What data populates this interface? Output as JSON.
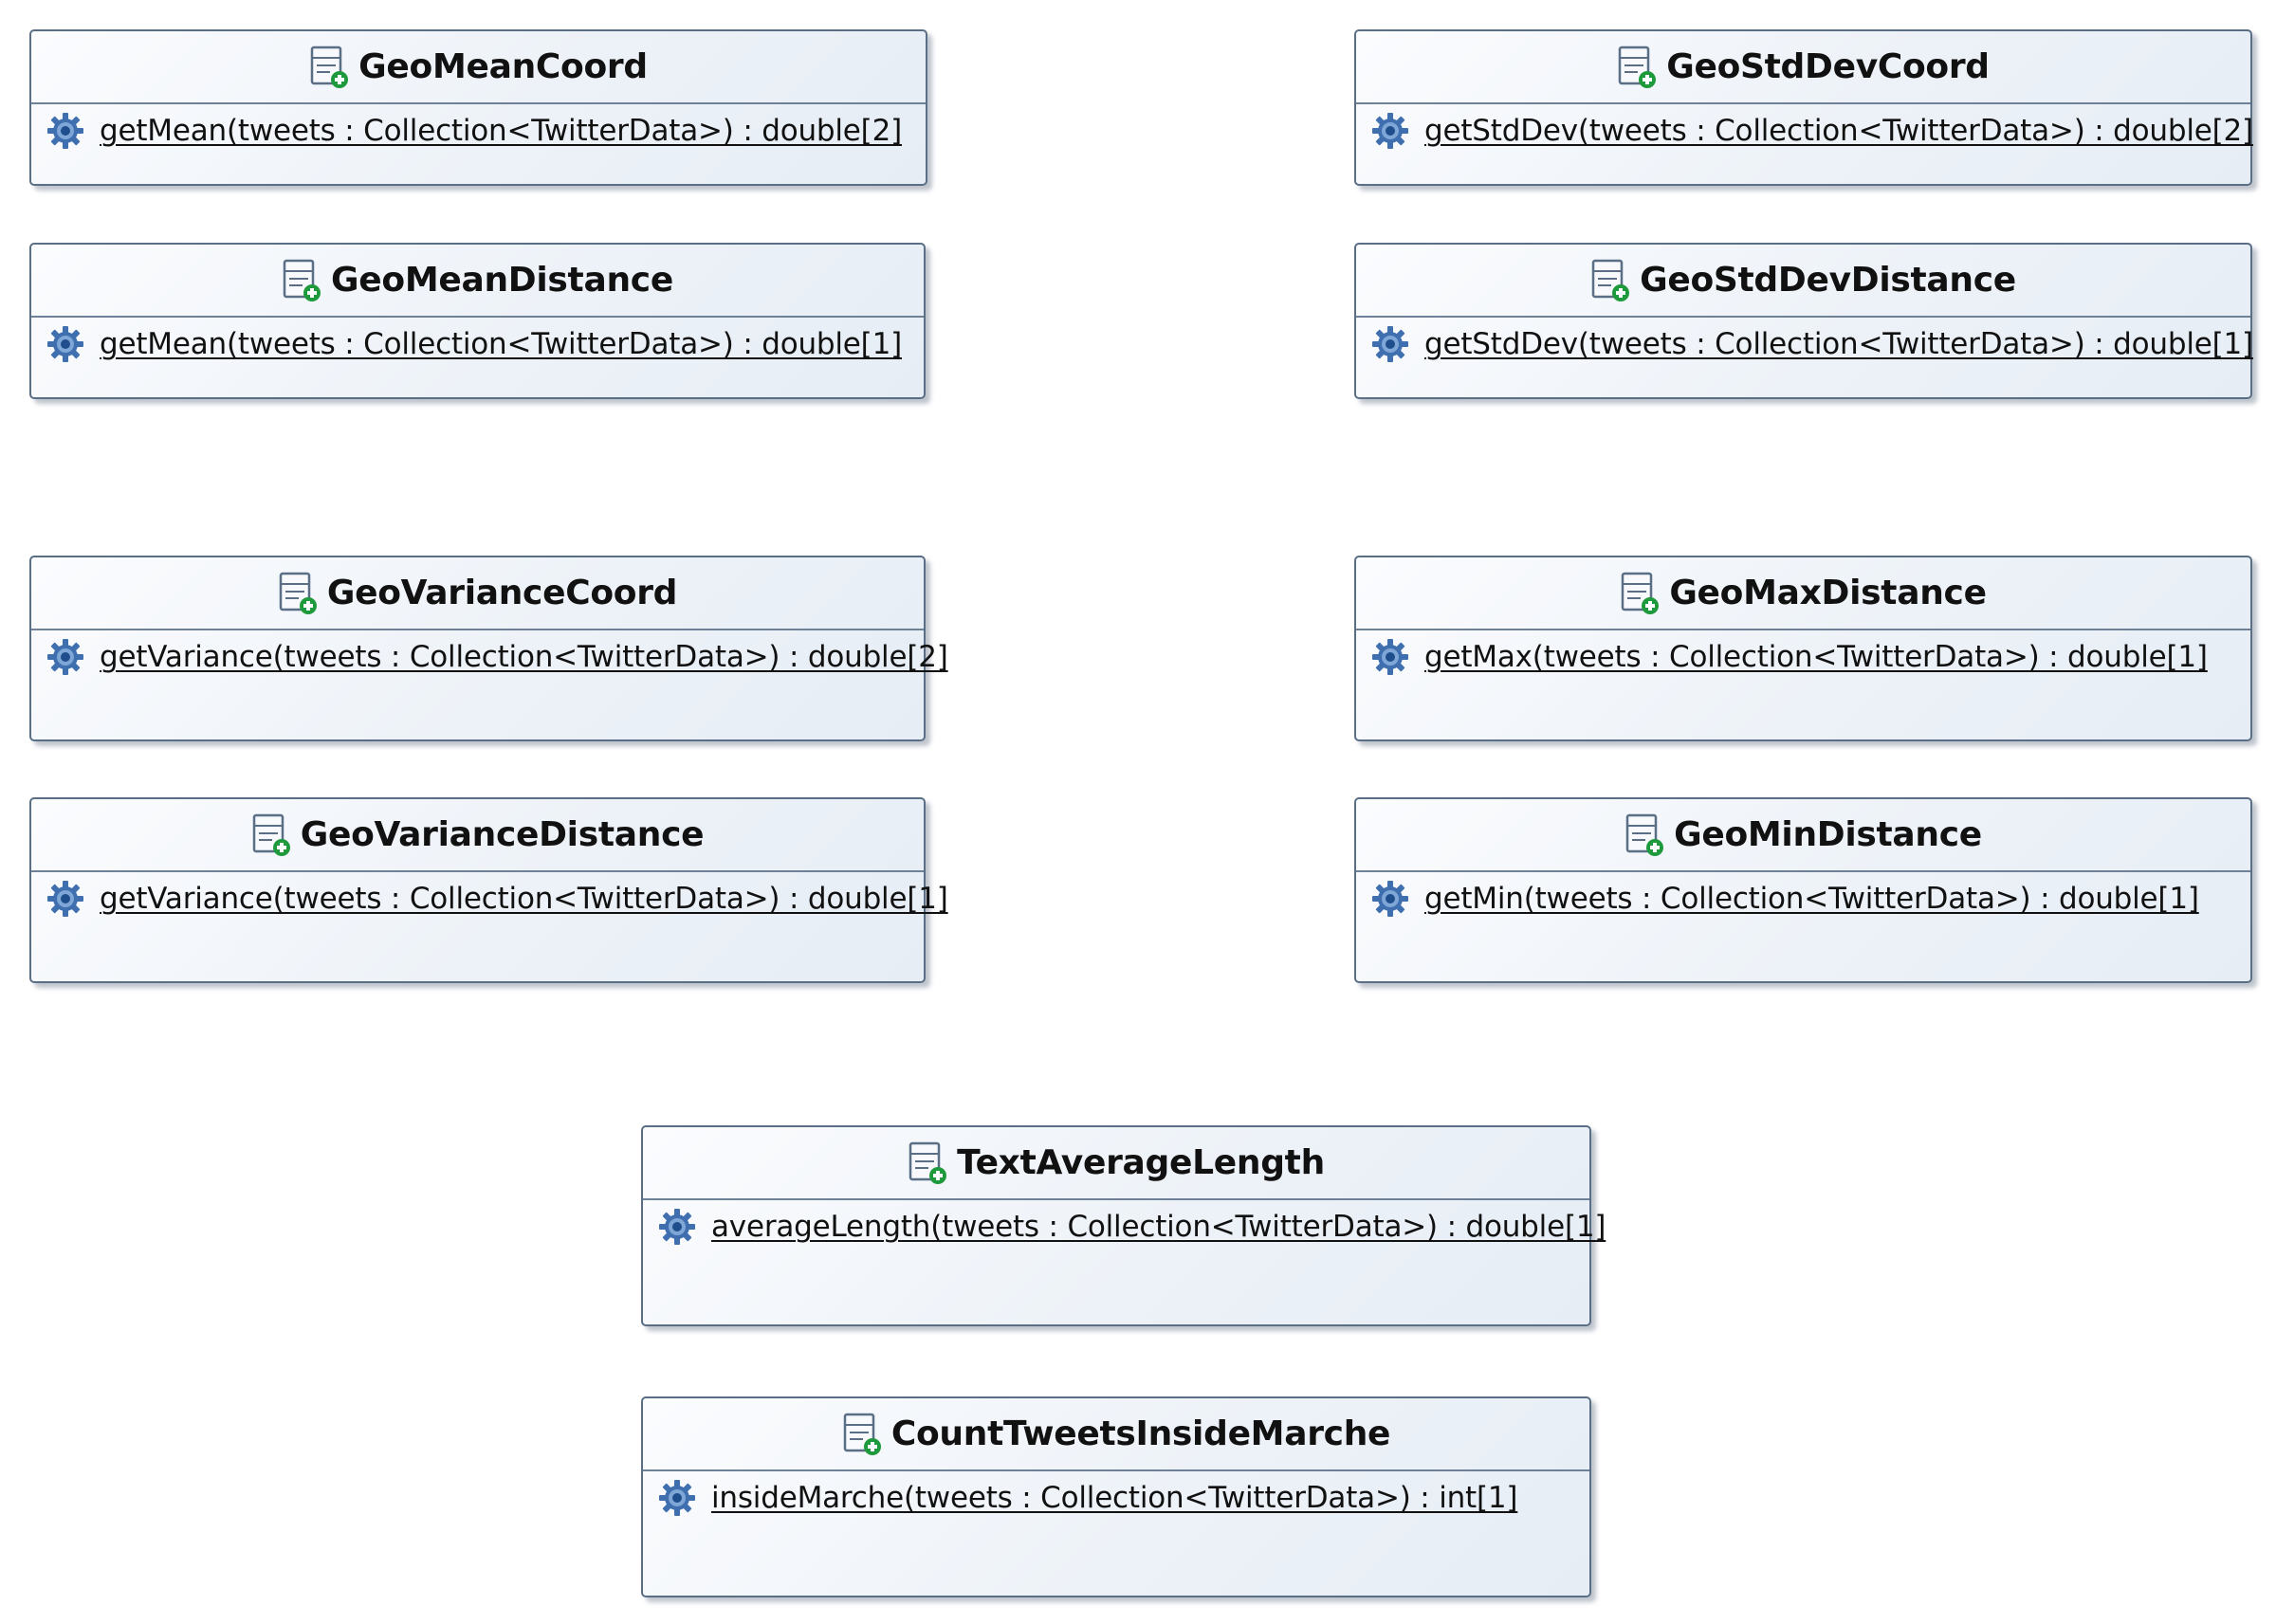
{
  "diagram": {
    "classes": [
      {
        "name": "GeoMeanCoord",
        "operation": "getMean(tweets : Collection<TwitterData>) : double[2]"
      },
      {
        "name": "GeoStdDevCoord",
        "operation": "getStdDev(tweets : Collection<TwitterData>) : double[2]"
      },
      {
        "name": "GeoMeanDistance",
        "operation": "getMean(tweets : Collection<TwitterData>) : double[1]"
      },
      {
        "name": "GeoStdDevDistance",
        "operation": "getStdDev(tweets : Collection<TwitterData>) : double[1]"
      },
      {
        "name": "GeoVarianceCoord",
        "operation": "getVariance(tweets : Collection<TwitterData>) : double[2]"
      },
      {
        "name": "GeoMaxDistance",
        "operation": "getMax(tweets : Collection<TwitterData>) : double[1]"
      },
      {
        "name": "GeoVarianceDistance",
        "operation": "getVariance(tweets : Collection<TwitterData>) : double[1]"
      },
      {
        "name": "GeoMinDistance",
        "operation": "getMin(tweets : Collection<TwitterData>) : double[1]"
      },
      {
        "name": "TextAverageLength",
        "operation": "averageLength(tweets : Collection<TwitterData>) : double[1]"
      },
      {
        "name": "CountTweetsInsideMarche",
        "operation": "insideMarche(tweets : Collection<TwitterData>) : int[1]"
      }
    ]
  },
  "icons": {
    "class": "class-icon",
    "operation": "operation-gear-icon"
  },
  "colors": {
    "border": "#5a6e86",
    "plus": "#1e9a3c",
    "gear": "#3f6fae"
  }
}
